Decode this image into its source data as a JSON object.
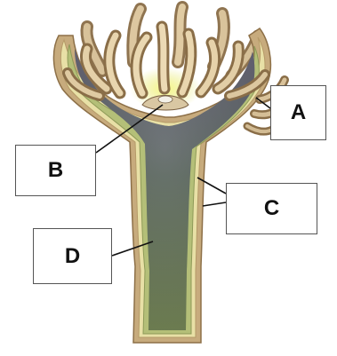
{
  "diagram": {
    "labels": {
      "a": "A",
      "b": "B",
      "c": "C",
      "d": "D"
    },
    "colors": {
      "tentacle": "#c9ad7e",
      "tentacle_highlight": "#eadbb8",
      "tentacle_shadow": "#8f7450",
      "body_wall": "#c9b48e",
      "ectoderm_layer": "#b89a6a",
      "mesoglea_layer": "#e9e2a8",
      "gastrodermis_layer": "#b7c27c",
      "cavity_top": "#6f6a86",
      "cavity_mid": "#5d6f56",
      "cavity_bottom": "#7d8f5a",
      "mouth_glow": "#f2f47a",
      "leader_line": "#111111"
    }
  }
}
